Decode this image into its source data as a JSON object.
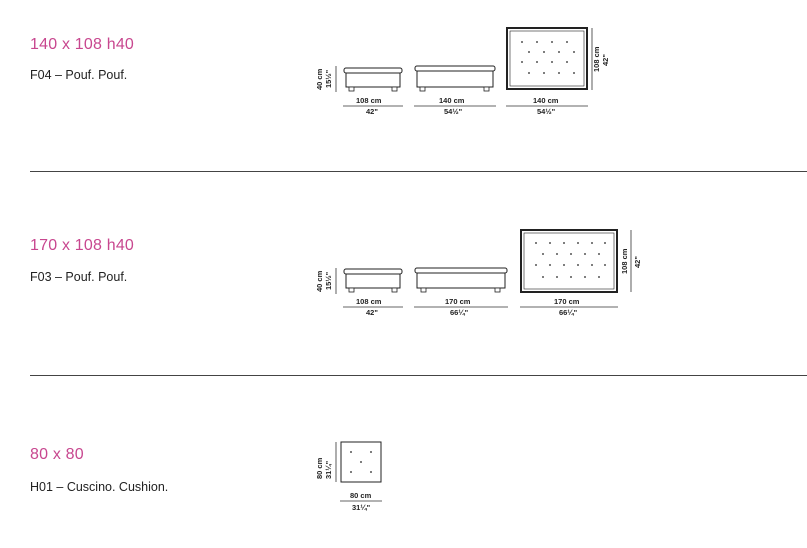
{
  "sections": [
    {
      "size": "140 x 108 h40",
      "name": "F04 – Pouf. Pouf.",
      "height_cm": "40 cm",
      "height_in": "15½\"",
      "depth_cm": "108 cm",
      "depth_in": "42\"",
      "width_cm": "140 cm",
      "width_in": "54½\"",
      "top_width_cm": "140 cm",
      "top_width_in": "54½\"",
      "side_cm": "108 cm",
      "side_in": "42\""
    },
    {
      "size": "170 x 108 h40",
      "name": "F03 – Pouf. Pouf.",
      "height_cm": "40 cm",
      "height_in": "15½\"",
      "depth_cm": "108 cm",
      "depth_in": "42\"",
      "width_cm": "170 cm",
      "width_in": "66¼\"",
      "top_width_cm": "170 cm",
      "top_width_in": "66¼\"",
      "side_cm": "108 cm",
      "side_in": "42\""
    },
    {
      "size": "80 x 80",
      "name": "H01 – Cuscino. Cushion.",
      "height_cm": "80 cm",
      "height_in": "31¼\"",
      "width_cm": "80 cm",
      "width_in": "31¼\""
    }
  ]
}
